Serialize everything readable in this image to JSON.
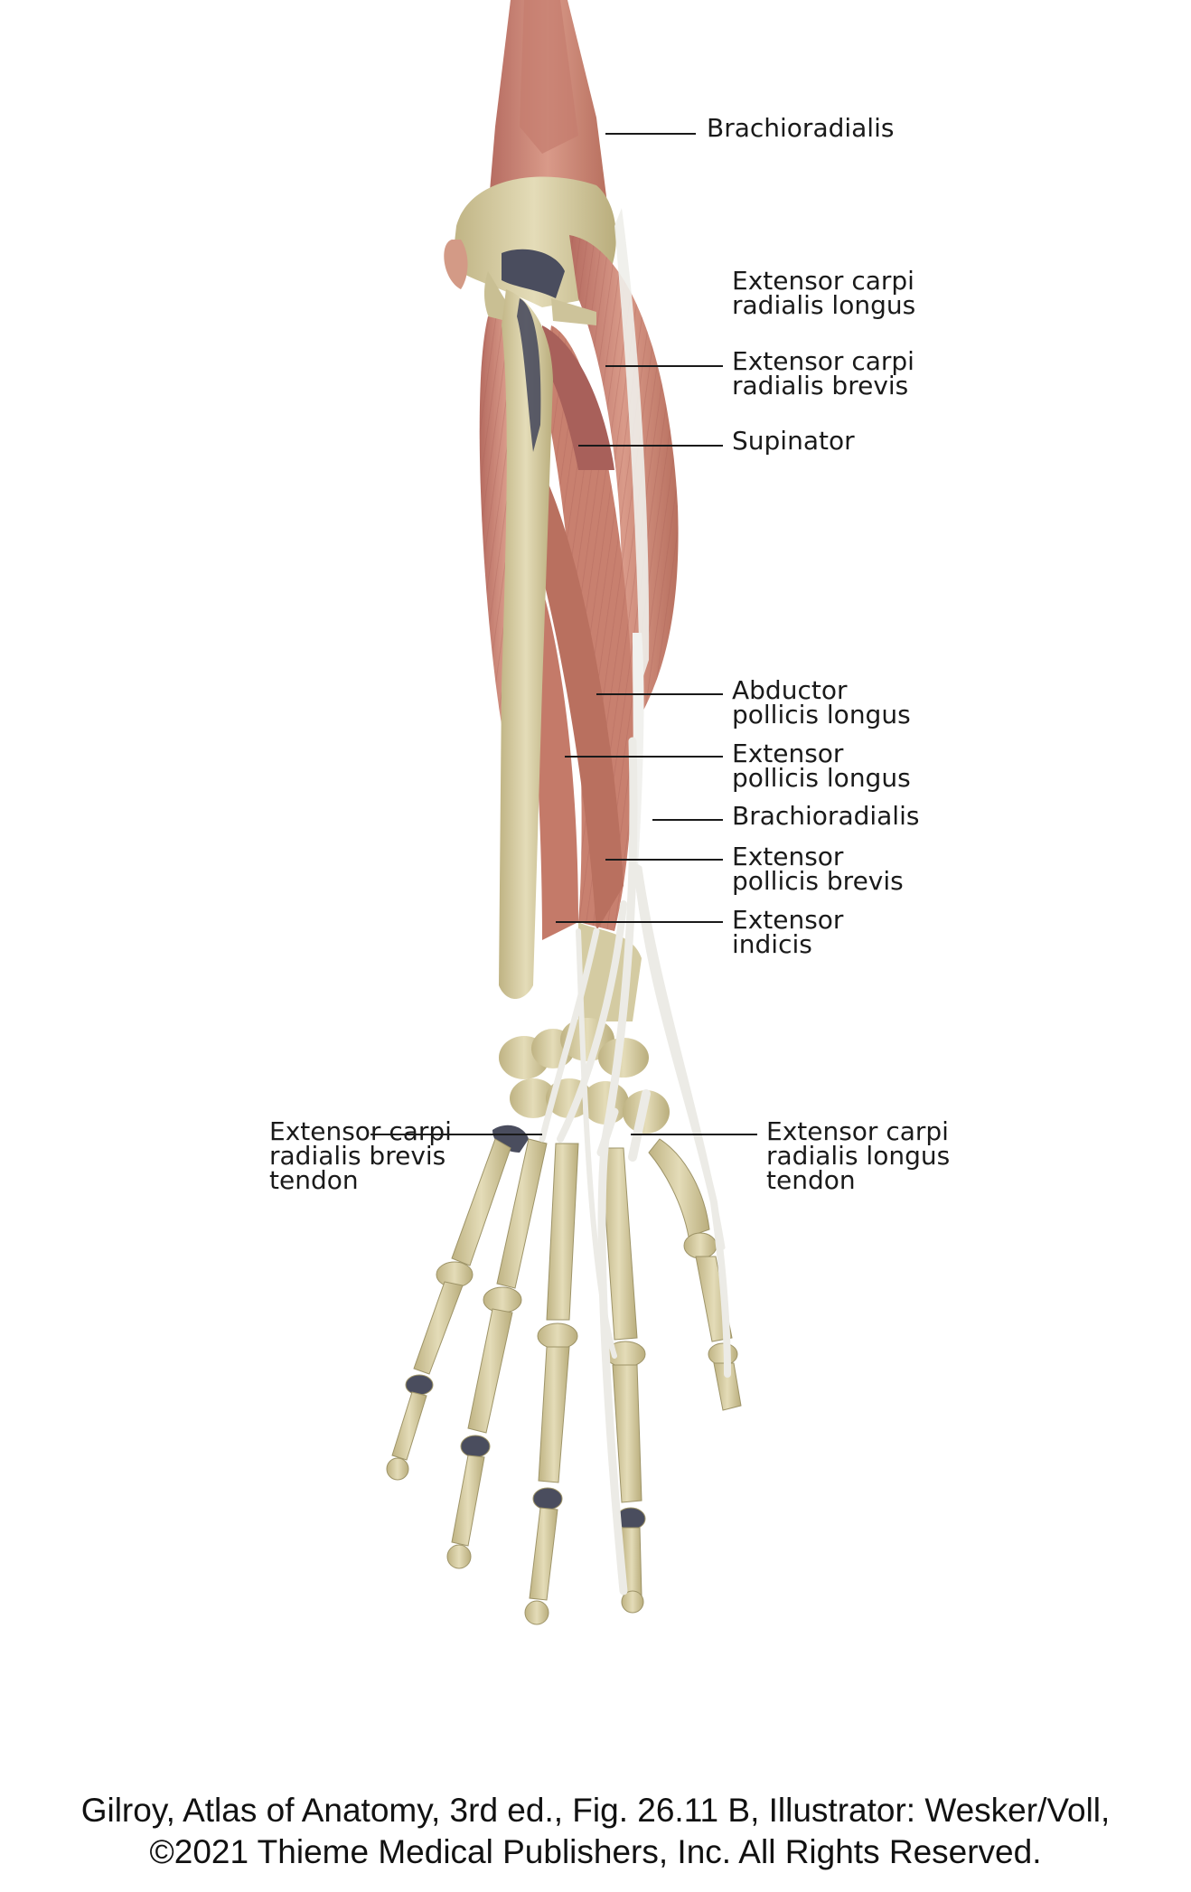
{
  "labels": [
    {
      "id": "brachioradialis-upper",
      "lines": [
        "Brachioradialis"
      ]
    },
    {
      "id": "ecrl",
      "lines": [
        "Extensor carpi",
        "radialis longus"
      ]
    },
    {
      "id": "ecrb",
      "lines": [
        "Extensor carpi",
        "radialis brevis"
      ]
    },
    {
      "id": "supinator",
      "lines": [
        "Supinator"
      ]
    },
    {
      "id": "apl",
      "lines": [
        "Abductor",
        "pollicis longus"
      ]
    },
    {
      "id": "epl",
      "lines": [
        "Extensor",
        "pollicis longus"
      ]
    },
    {
      "id": "brachioradialis-lower",
      "lines": [
        "Brachioradialis"
      ]
    },
    {
      "id": "epb",
      "lines": [
        "Extensor",
        "pollicis brevis"
      ]
    },
    {
      "id": "ei",
      "lines": [
        "Extensor",
        "indicis"
      ]
    },
    {
      "id": "ecrb-tendon",
      "lines": [
        "Extensor carpi",
        "radialis brevis",
        "tendon"
      ]
    },
    {
      "id": "ecrl-tendon",
      "lines": [
        "Extensor carpi",
        "radialis longus",
        "tendon"
      ]
    }
  ],
  "caption": {
    "line1": "Gilroy, Atlas of Anatomy, 3rd ed., Fig. 26.11 B, Illustrator: Wesker/Voll,",
    "line2": "©2021 Thieme Medical Publishers, Inc. All Rights Reserved."
  },
  "colors": {
    "muscle": "#c98a7a",
    "muscle_dark": "#a8605a",
    "bone": "#d8cfa6",
    "bone_dark": "#b3a97a",
    "cartilage": "#4a4d5e",
    "tendon": "#ecebe6"
  }
}
